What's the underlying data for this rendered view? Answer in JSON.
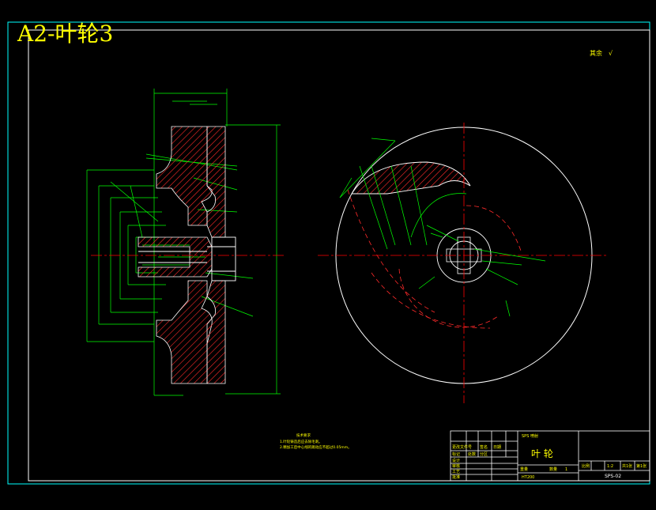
{
  "drawing_title": "A2-叶轮3",
  "roughness_note": "其余",
  "roughness_symbol": "√",
  "tech_requirements": {
    "heading": "技术要求",
    "lines": [
      "1.叶轮铸造后应去除毛刺。",
      "2.精加工后中心线的跳动应不超过0.05mm。"
    ]
  },
  "title_block": {
    "company": "SPS 喷射",
    "part_name": "叶 轮",
    "material": "HT200",
    "scale_label": "比例",
    "scale_value": "1:2",
    "sheet_total": "共1张",
    "sheet_no": "第1张",
    "drawing_no": "SPS-02",
    "weight_label": "重量",
    "qty_label": "数量",
    "qty_value": "1",
    "left_rows": [
      "标记",
      "处数",
      "分区",
      "更改文件号",
      "签名",
      "日期",
      "设计",
      "审核",
      "工艺",
      "批准"
    ]
  },
  "colors": {
    "frame": "#00ffff",
    "outline": "#ffffff",
    "dimension": "#00ff00",
    "hatch": "#ff2a2a",
    "centerline": "#ff0000",
    "text": "#ffff00"
  }
}
